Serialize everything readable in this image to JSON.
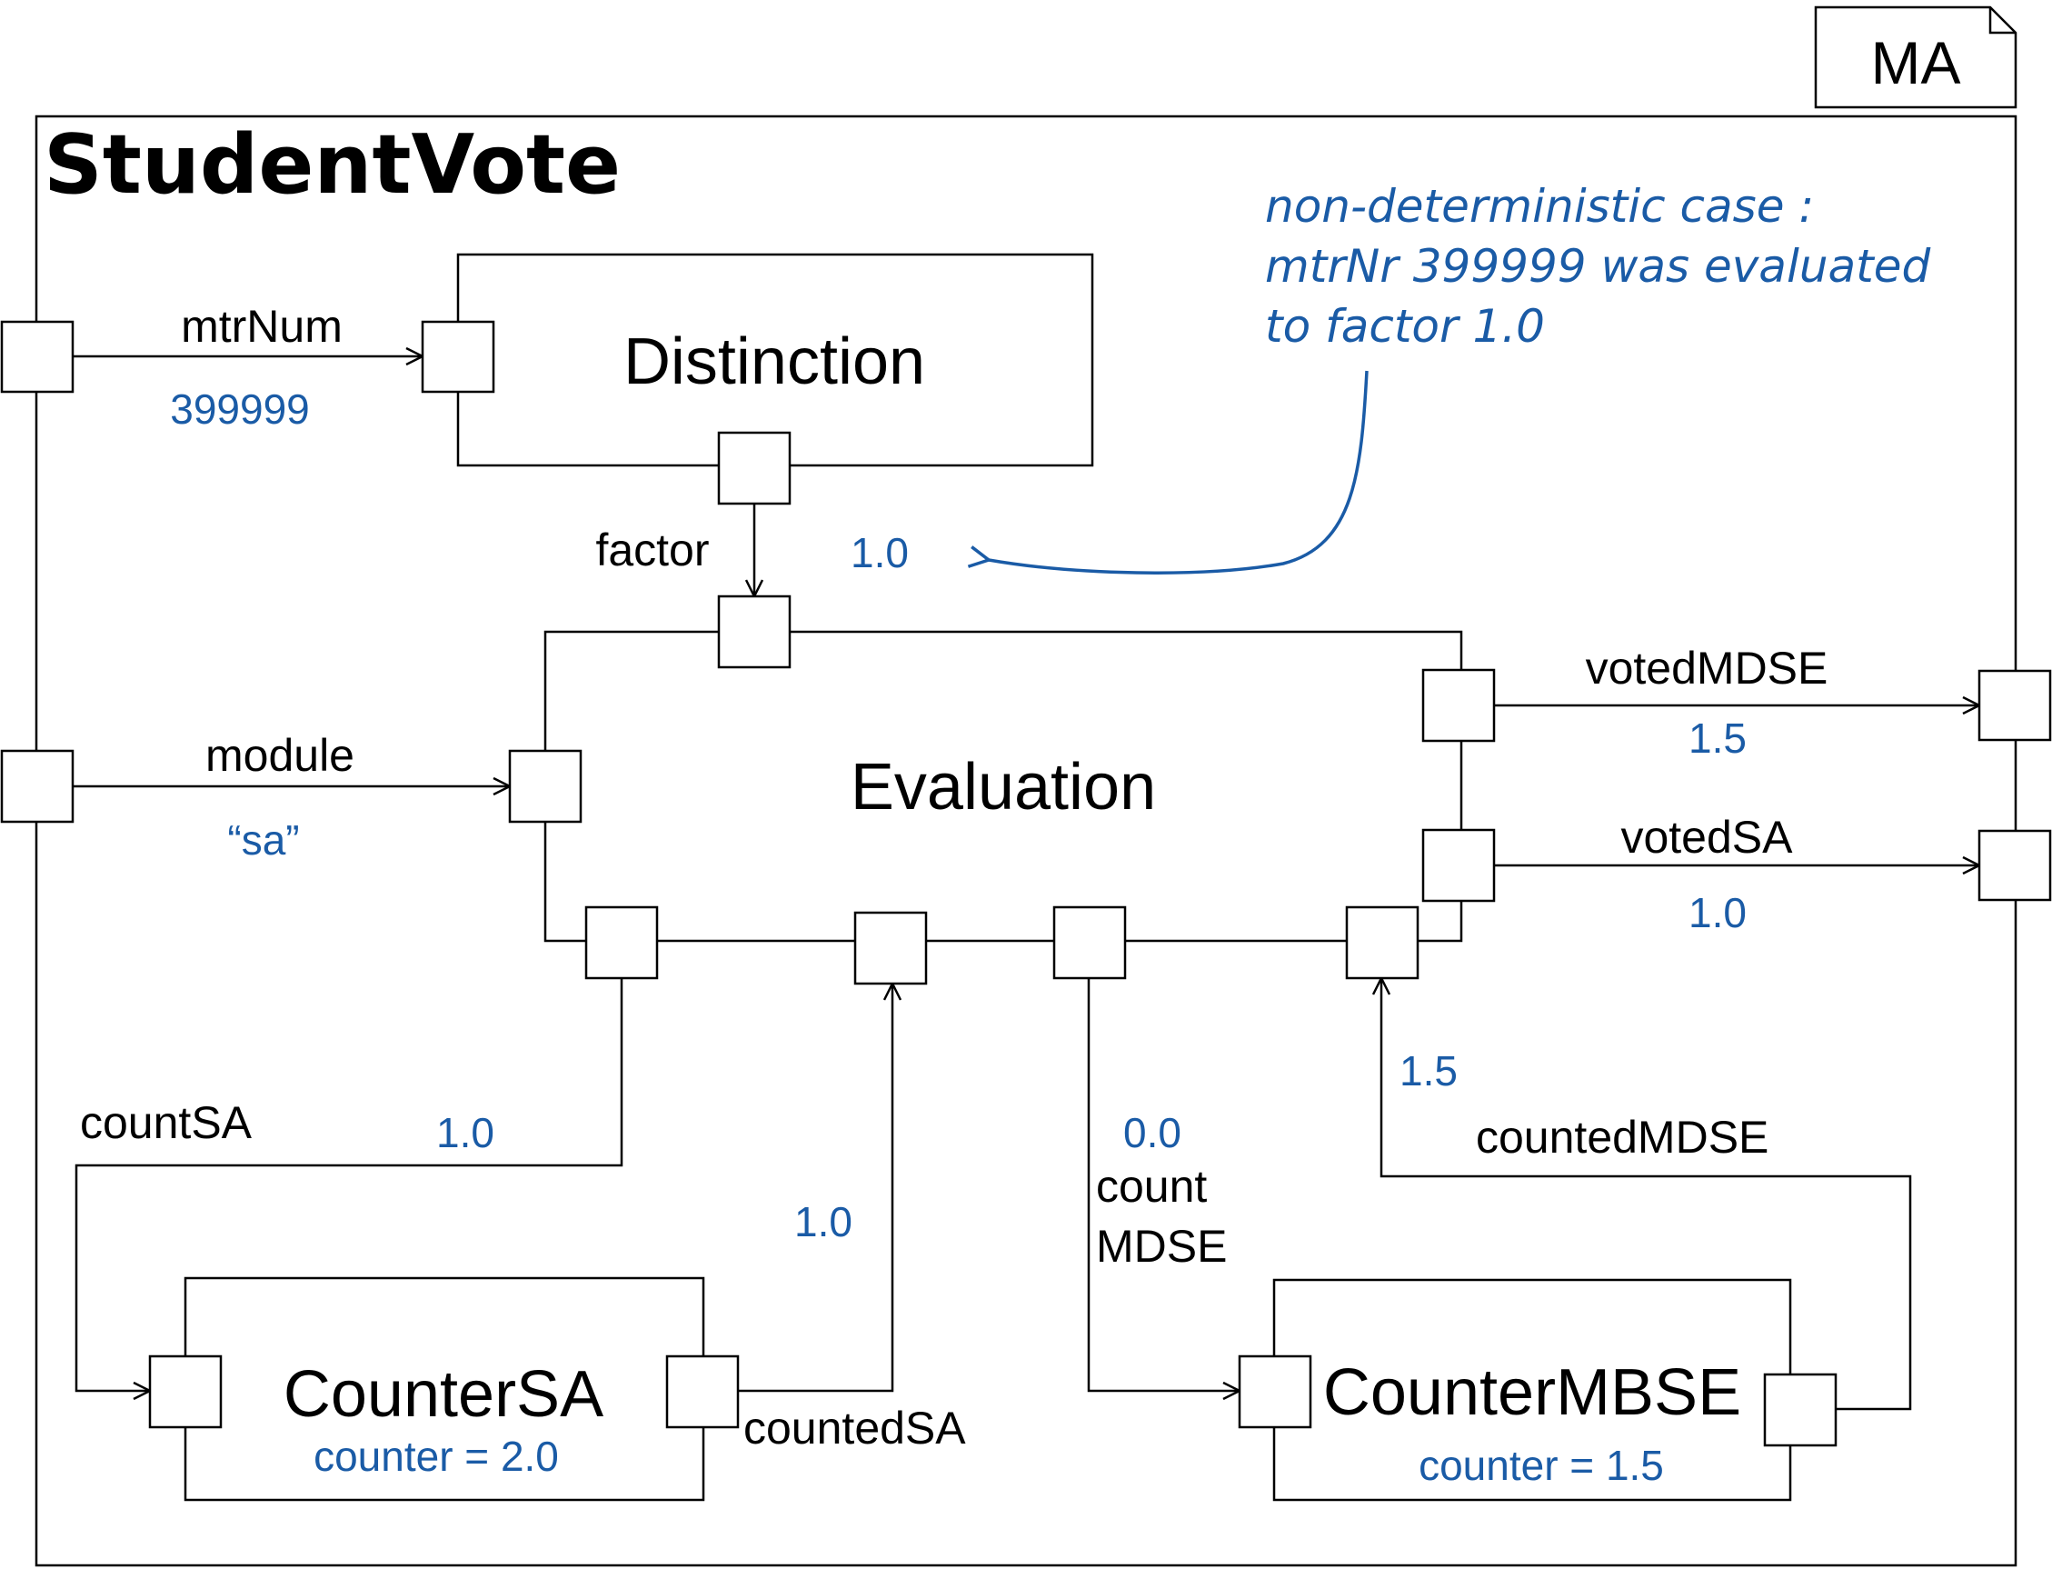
{
  "tag": "MA",
  "title": "StudentVote",
  "components": {
    "distinction": "Distinction",
    "evaluation": "Evaluation",
    "counter_sa": "CounterSA",
    "counter_mbse": "CounterMBSE"
  },
  "counters": {
    "counter_sa_value": "counter = 2.0",
    "counter_mbse_value": "counter = 1.5"
  },
  "ports": {
    "mtr_num": "mtrNum",
    "module": "module",
    "factor": "factor",
    "voted_mdse": "votedMDSE",
    "voted_sa": "votedSA",
    "count_sa": "countSA",
    "counted_sa": "countedSA",
    "count_mdse_line1": "count",
    "count_mdse_line2": "MDSE",
    "counted_mdse": "countedMDSE"
  },
  "values": {
    "mtr_num": "399999",
    "module": "“sa”",
    "factor": "1.0",
    "voted_mdse": "1.5",
    "voted_sa": "1.0",
    "count_sa": "1.0",
    "counted_sa": "1.0",
    "count_mdse": "0.0",
    "counted_mdse": "1.5"
  },
  "note": {
    "line1": "non-deterministic case :",
    "line2": "mtrNr 399999 was evaluated",
    "line3": "to factor 1.0"
  }
}
